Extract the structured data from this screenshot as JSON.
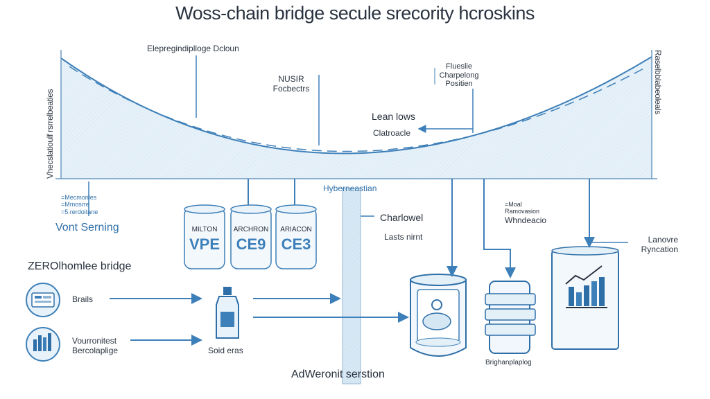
{
  "title": "Woss-chain bridge secule srecority hcroskins",
  "left_axis_label": "Vhecslatioulf rsrrelbeaties",
  "right_axis_label": "Raselbblabeoleals",
  "callouts": {
    "top_left": "Elepregindiplloge Dcloun",
    "mid_top": "NUSIR Focbectrs",
    "learn": "Lean lows",
    "chart": "Clatroacle",
    "top_right": "Flueslie Charpelong Positien",
    "left_legend_small": "=Mecmonles =Mmosrre =5.rerdoitane",
    "left_legend": "Vont Serning",
    "hyper": "Hyberneastian",
    "charlowel": "Charlowel",
    "lasts": "Lasts nirnt",
    "wind_small": "=Moal Ramovasion",
    "wind": "Whndeacio",
    "lanovre": "Lanovre Ryncation",
    "bridge_heading": "ZEROlhomlee bridge",
    "brails": "Brails",
    "vour": "Vourronitest Bercolaplige",
    "sold": "Soid eras",
    "adweronit": "AdWeronit serstion",
    "bright": "Brighanplaplog"
  },
  "cylinders": [
    {
      "top": "MILTON",
      "big": "VPE"
    },
    {
      "top": "ARCHRON",
      "big": "CE9"
    },
    {
      "top": "ARIACON",
      "big": "CE3"
    }
  ],
  "colors": {
    "line": "#3d7fb8",
    "fill": "#e4f0f8",
    "dark": "#2a3340"
  },
  "icons": [
    "monitor-icon",
    "bar-chart-icon",
    "bottle-icon",
    "vault-icon",
    "server-icon",
    "ledger-icon",
    "growth-chart-icon"
  ]
}
